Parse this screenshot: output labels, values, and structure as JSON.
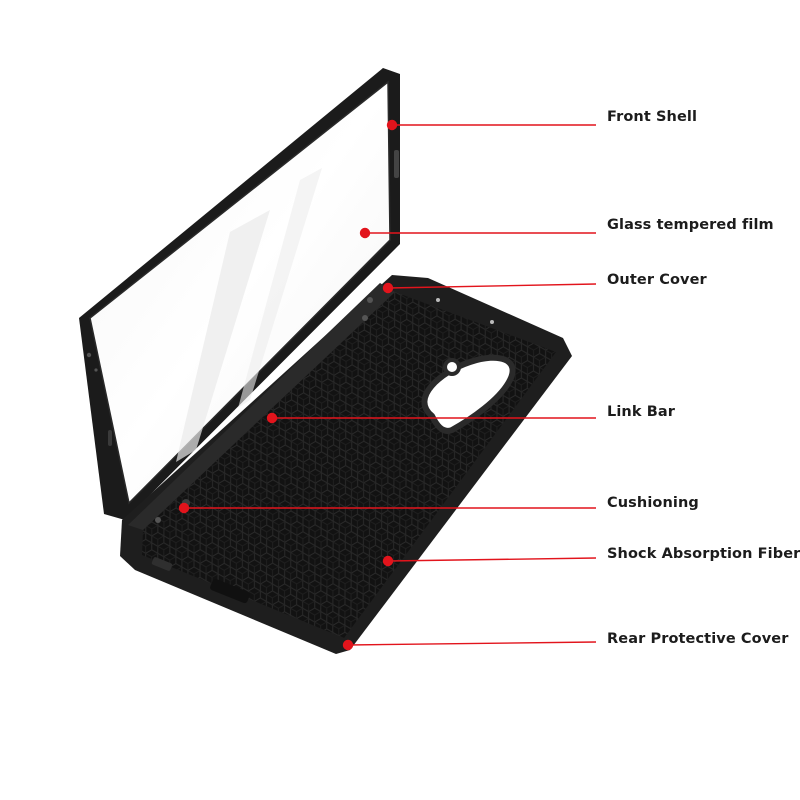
{
  "diagram": {
    "subject": "phone-case-exploded-view",
    "colors": {
      "callout": "#e2141c",
      "frame": "#1d1d1d",
      "inner_pattern": "#161616",
      "text": "#1c1c1c"
    },
    "callouts": [
      {
        "label": "Front Shell"
      },
      {
        "label": "Glass tempered film"
      },
      {
        "label": "Outer Cover"
      },
      {
        "label": "Link Bar"
      },
      {
        "label": "Cushioning"
      },
      {
        "label": "Shock Absorption Fiber"
      },
      {
        "label": "Rear Protective Cover"
      }
    ]
  }
}
